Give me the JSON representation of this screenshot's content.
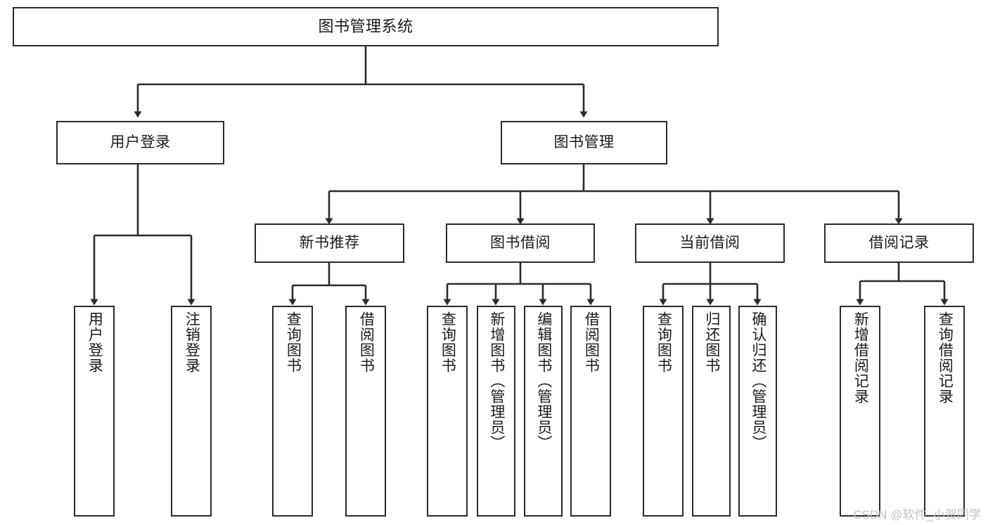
{
  "diagram": {
    "title": "图书管理系统",
    "type": "tree",
    "root": {
      "id": "root",
      "label": "图书管理系统",
      "orientation": "horizontal"
    },
    "level2": [
      {
        "id": "user-login",
        "label": "用户登录",
        "orientation": "horizontal"
      },
      {
        "id": "book-manage",
        "label": "图书管理",
        "orientation": "horizontal"
      }
    ],
    "level3": [
      {
        "id": "new-book-recommend",
        "label": "新书推荐",
        "orientation": "horizontal",
        "parent": "book-manage"
      },
      {
        "id": "book-borrow",
        "label": "图书借阅",
        "orientation": "horizontal",
        "parent": "book-manage"
      },
      {
        "id": "current-borrow",
        "label": "当前借阅",
        "orientation": "horizontal",
        "parent": "book-manage"
      },
      {
        "id": "borrow-record",
        "label": "借阅记录",
        "orientation": "horizontal",
        "parent": "book-manage"
      }
    ],
    "leaves": [
      {
        "id": "leaf-user-login",
        "label": "用户登录",
        "parent": "user-login"
      },
      {
        "id": "leaf-logout-login",
        "label": "注销登录",
        "parent": "user-login"
      },
      {
        "id": "leaf-query-book-rec",
        "label": "查询图书",
        "parent": "new-book-recommend"
      },
      {
        "id": "leaf-borrow-book-rec",
        "label": "借阅图书",
        "parent": "new-book-recommend"
      },
      {
        "id": "leaf-query-book-borrow",
        "label": "查询图书",
        "parent": "book-borrow"
      },
      {
        "id": "leaf-add-book-admin",
        "label": "新增图书（管理员）",
        "parent": "book-borrow"
      },
      {
        "id": "leaf-edit-book-admin",
        "label": "编辑图书（管理员）",
        "parent": "book-borrow"
      },
      {
        "id": "leaf-borrow-book",
        "label": "借阅图书",
        "parent": "book-borrow"
      },
      {
        "id": "leaf-query-book-current",
        "label": "查询图书",
        "parent": "current-borrow"
      },
      {
        "id": "leaf-return-book",
        "label": "归还图书",
        "parent": "current-borrow"
      },
      {
        "id": "leaf-confirm-return-admin",
        "label": "确认归还（管理员）",
        "parent": "current-borrow"
      },
      {
        "id": "leaf-add-borrow-record",
        "label": "新增借阅记录",
        "parent": "borrow-record"
      },
      {
        "id": "leaf-query-borrow-record",
        "label": "查询借阅记录",
        "parent": "borrow-record"
      }
    ]
  },
  "watermark": {
    "text": "CSDN @软件_小贺同学"
  },
  "colors": {
    "stroke": "#2b2b2b",
    "fill": "#ffffff",
    "text": "#1a1a1a",
    "watermark": "#c2c2c2"
  }
}
